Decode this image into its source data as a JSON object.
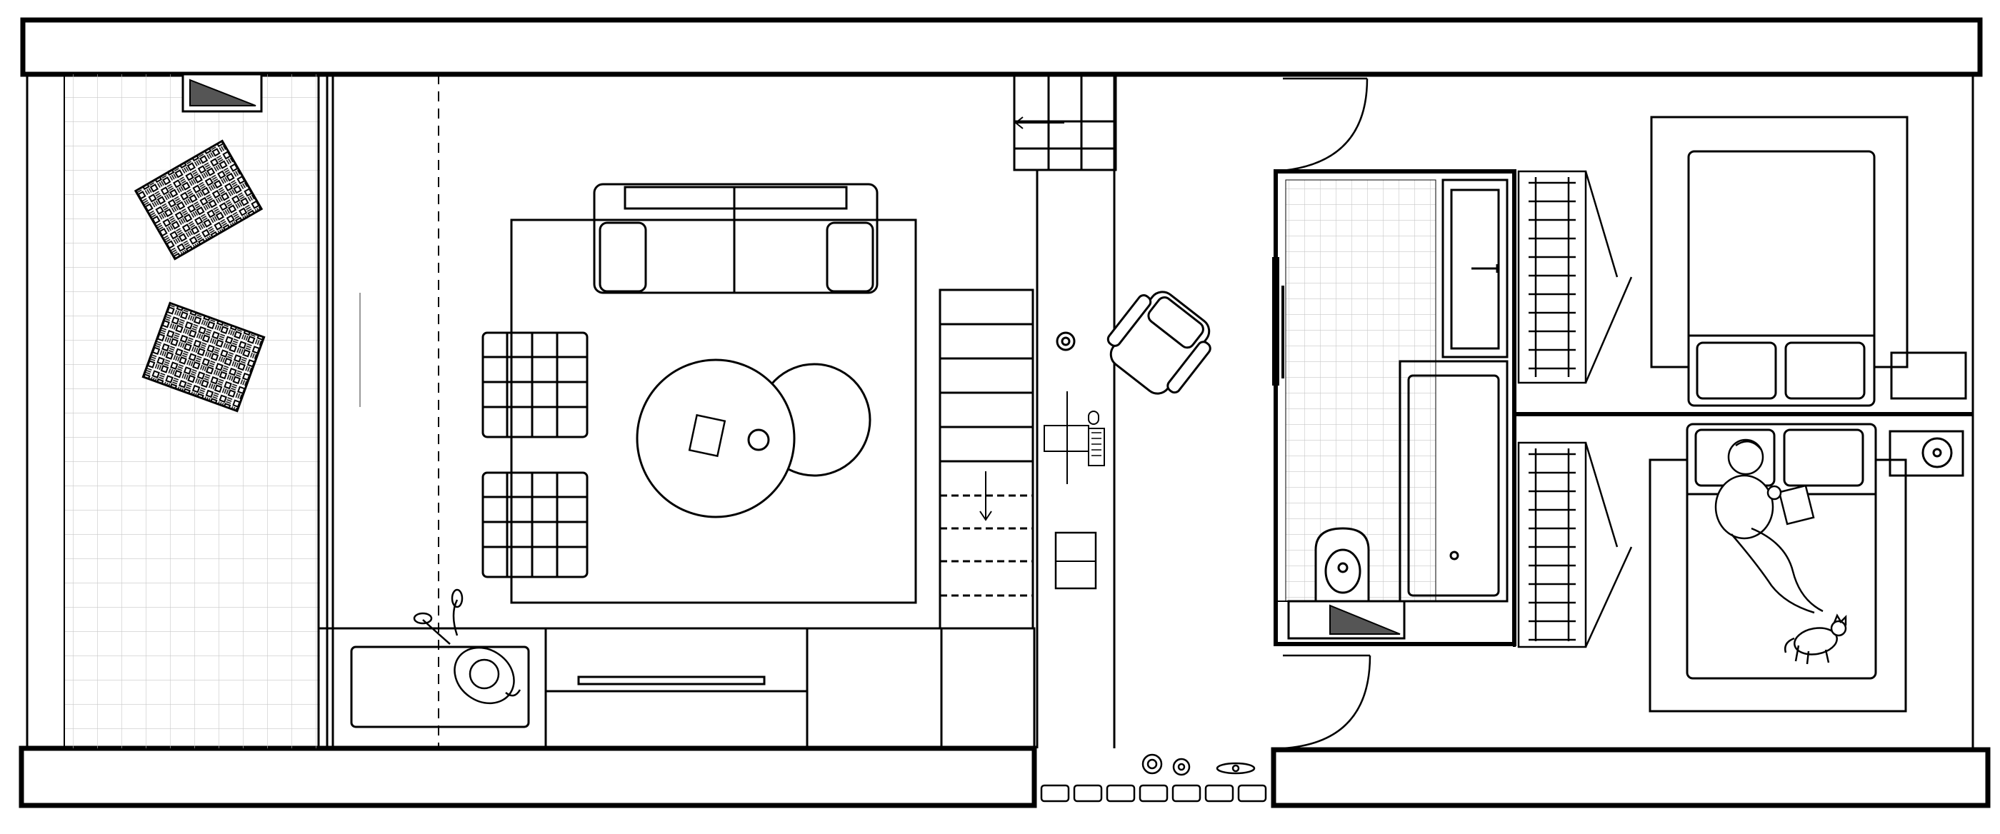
{
  "drawing": {
    "kind": "architectural-floor-plan",
    "style": "black-line-on-white",
    "colors": {
      "line": "#000000",
      "background": "#ffffff",
      "grid": "#c8c8c8",
      "fill_dark": "#555555"
    }
  },
  "spaces": [
    "terrace",
    "living-room",
    "staircase",
    "study-desk",
    "bathroom",
    "bedroom-upper",
    "bedroom-lower"
  ],
  "icons": [
    "plant-pot-icon",
    "sofa-icon",
    "armchair-icon",
    "pouf-icon",
    "coffee-table-icon",
    "office-chair-icon",
    "keyboard-icon",
    "mouse-icon",
    "bathtub-icon",
    "sink-icon",
    "toilet-icon",
    "double-bed-icon",
    "person-reading-icon",
    "person-sitting-icon",
    "cat-icon",
    "door-swing-icon",
    "wardrobe-icon",
    "tv-unit-icon",
    "rug-icon"
  ]
}
